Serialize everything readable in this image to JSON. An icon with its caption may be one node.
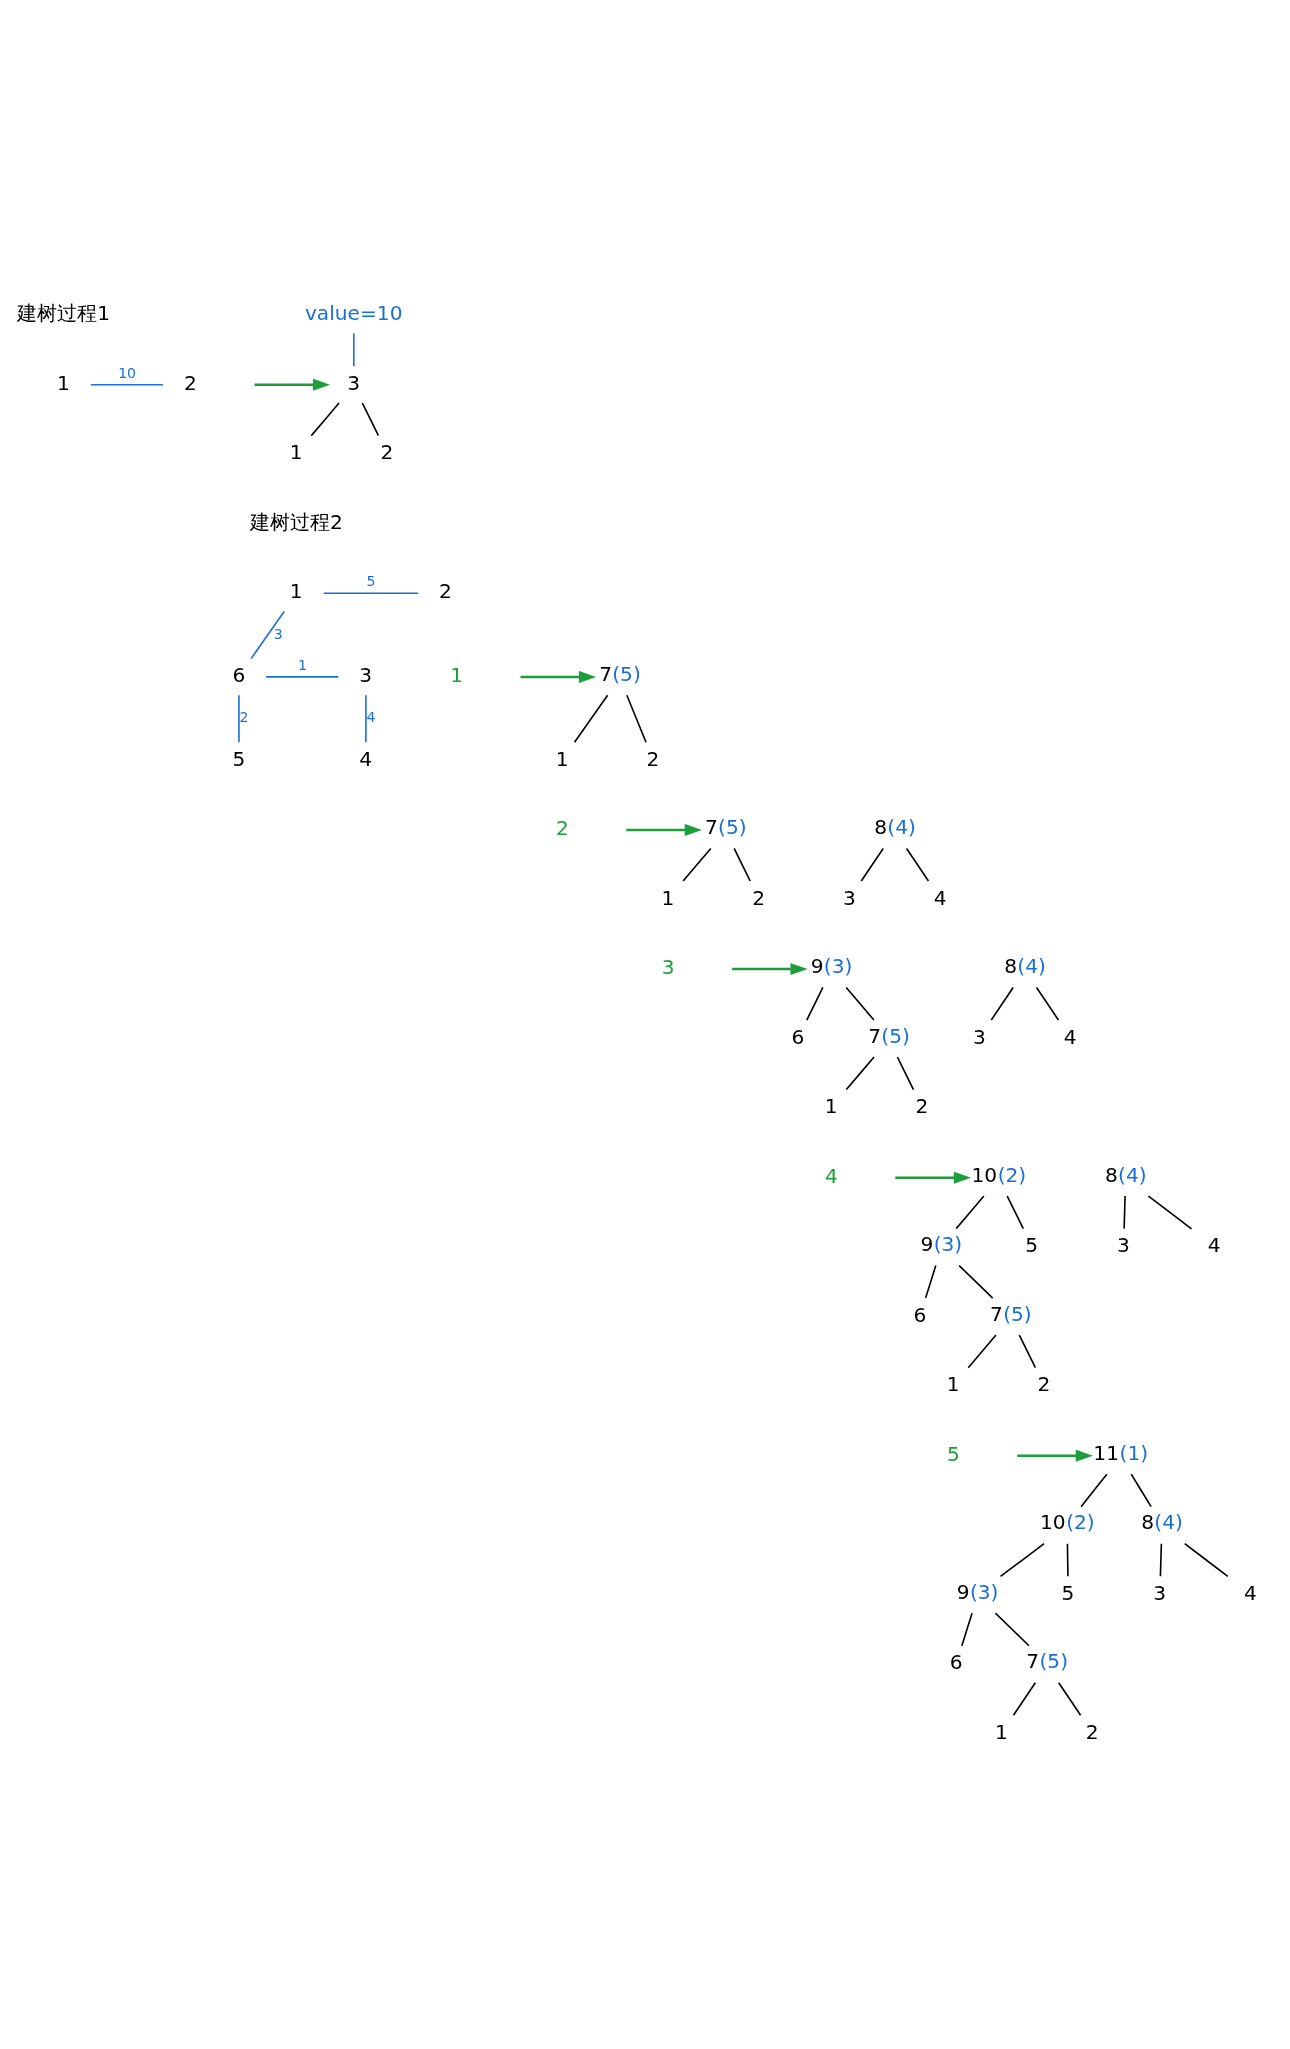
{
  "diagram": {
    "nodes": [
      {
        "text": [
          "1"
        ]
      },
      {
        "text": [
          "2"
        ]
      },
      {
        "text": [
          "value=10"
        ]
      },
      {
        "text": [
          "3"
        ]
      },
      {
        "text": [
          "1"
        ]
      },
      {
        "text": [
          "2"
        ]
      },
      {
        "text": [
          "1"
        ]
      },
      {
        "text": [
          "2"
        ]
      },
      {
        "text": [
          "6"
        ]
      },
      {
        "text": [
          "3"
        ]
      },
      {
        "text": [
          "5"
        ]
      },
      {
        "text": [
          "4"
        ]
      },
      {
        "text": [
          "7",
          "(5)"
        ]
      },
      {
        "text": [
          "1"
        ]
      },
      {
        "text": [
          "2"
        ]
      },
      {
        "text": [
          "7",
          "(5)"
        ]
      },
      {
        "text": [
          "1"
        ]
      },
      {
        "text": [
          "2"
        ]
      },
      {
        "text": [
          "8",
          "(4)"
        ]
      },
      {
        "text": [
          "3"
        ]
      },
      {
        "text": [
          "4"
        ]
      },
      {
        "text": [
          "9",
          "(3)"
        ]
      },
      {
        "text": [
          "6"
        ]
      },
      {
        "text": [
          "7",
          "(5)"
        ]
      },
      {
        "text": [
          "1"
        ]
      },
      {
        "text": [
          "2"
        ]
      },
      {
        "text": [
          "8",
          "(4)"
        ]
      },
      {
        "text": [
          "3"
        ]
      },
      {
        "text": [
          "4"
        ]
      },
      {
        "text": [
          "10",
          "(2)"
        ]
      },
      {
        "text": [
          "9",
          "(3)"
        ]
      },
      {
        "text": [
          "5"
        ]
      },
      {
        "text": [
          "6"
        ]
      },
      {
        "text": [
          "7",
          "(5)"
        ]
      },
      {
        "text": [
          "1"
        ]
      },
      {
        "text": [
          "2"
        ]
      },
      {
        "text": [
          "8",
          "(4)"
        ]
      },
      {
        "text": [
          "3"
        ]
      },
      {
        "text": [
          "4"
        ]
      },
      {
        "text": [
          "11",
          "(1)"
        ]
      },
      {
        "text": [
          "10",
          "(2)"
        ]
      },
      {
        "text": [
          "8",
          "(4)"
        ]
      },
      {
        "text": [
          "9",
          "(3)"
        ]
      },
      {
        "text": [
          "5"
        ]
      },
      {
        "text": [
          "6"
        ]
      },
      {
        "text": [
          "7",
          "(5)"
        ]
      },
      {
        "text": [
          "1"
        ]
      },
      {
        "text": [
          "2"
        ]
      },
      {
        "text": [
          "3"
        ]
      },
      {
        "text": [
          "4"
        ]
      }
    ],
    "edges": [
      {
        "from": 0,
        "to": 1,
        "arrow": "none",
        "label": "10",
        "color": "#1a6fd6"
      },
      {
        "from": 2,
        "to": 3,
        "arrow": "none",
        "color": "#1a6fd6"
      },
      {
        "from": 3,
        "to": 4,
        "arrow": "none"
      },
      {
        "from": 3,
        "to": 5,
        "arrow": "none"
      },
      {
        "from": null,
        "to": 3,
        "arrow": "to",
        "color": "#1e9e3a"
      },
      {
        "from": 6,
        "to": 7,
        "arrow": "none",
        "label": "5",
        "color": "#1a6fd6"
      },
      {
        "from": 6,
        "to": 8,
        "arrow": "none",
        "label": "3",
        "color": "#1a6fd6"
      },
      {
        "from": 8,
        "to": 9,
        "arrow": "none",
        "label": "1",
        "color": "#1a6fd6"
      },
      {
        "from": 8,
        "to": 10,
        "arrow": "none",
        "label": "2",
        "color": "#1a6fd6"
      },
      {
        "from": 9,
        "to": 11,
        "arrow": "none",
        "label": "4",
        "color": "#1a6fd6"
      },
      {
        "from": null,
        "to": 12,
        "arrow": "to",
        "color": "#1e9e3a"
      },
      {
        "from": 12,
        "to": 13,
        "arrow": "none"
      },
      {
        "from": 12,
        "to": 14,
        "arrow": "none"
      },
      {
        "from": null,
        "to": 15,
        "arrow": "to",
        "color": "#1e9e3a"
      },
      {
        "from": 15,
        "to": 16,
        "arrow": "none"
      },
      {
        "from": 15,
        "to": 17,
        "arrow": "none"
      },
      {
        "from": 18,
        "to": 19,
        "arrow": "none"
      },
      {
        "from": 18,
        "to": 20,
        "arrow": "none"
      },
      {
        "from": null,
        "to": 21,
        "arrow": "to",
        "color": "#1e9e3a"
      },
      {
        "from": 21,
        "to": 22,
        "arrow": "none"
      },
      {
        "from": 21,
        "to": 23,
        "arrow": "none"
      },
      {
        "from": 23,
        "to": 24,
        "arrow": "none"
      },
      {
        "from": 23,
        "to": 25,
        "arrow": "none"
      },
      {
        "from": 26,
        "to": 27,
        "arrow": "none"
      },
      {
        "from": 26,
        "to": 28,
        "arrow": "none"
      },
      {
        "from": null,
        "to": 29,
        "arrow": "to",
        "color": "#1e9e3a"
      },
      {
        "from": 29,
        "to": 30,
        "arrow": "none"
      },
      {
        "from": 29,
        "to": 31,
        "arrow": "none"
      },
      {
        "from": 30,
        "to": 32,
        "arrow": "none"
      },
      {
        "from": 30,
        "to": 33,
        "arrow": "none"
      },
      {
        "from": 33,
        "to": 34,
        "arrow": "none"
      },
      {
        "from": 33,
        "to": 35,
        "arrow": "none"
      },
      {
        "from": 36,
        "to": 37,
        "arrow": "none"
      },
      {
        "from": 36,
        "to": 38,
        "arrow": "none"
      },
      {
        "from": null,
        "to": 39,
        "arrow": "to",
        "color": "#1e9e3a"
      },
      {
        "from": 39,
        "to": 40,
        "arrow": "none"
      },
      {
        "from": 39,
        "to": 41,
        "arrow": "none"
      },
      {
        "from": 40,
        "to": 42,
        "arrow": "none"
      },
      {
        "from": 40,
        "to": 43,
        "arrow": "none"
      },
      {
        "from": 42,
        "to": 44,
        "arrow": "none"
      },
      {
        "from": 42,
        "to": 45,
        "arrow": "none"
      },
      {
        "from": 45,
        "to": 46,
        "arrow": "none"
      },
      {
        "from": 45,
        "to": 47,
        "arrow": "none"
      },
      {
        "from": 41,
        "to": 48,
        "arrow": "none"
      },
      {
        "from": 41,
        "to": 49,
        "arrow": "none"
      }
    ],
    "labels": [
      "建树过程1",
      "建树过程2",
      "1",
      "2",
      "3",
      "4",
      "5"
    ]
  }
}
